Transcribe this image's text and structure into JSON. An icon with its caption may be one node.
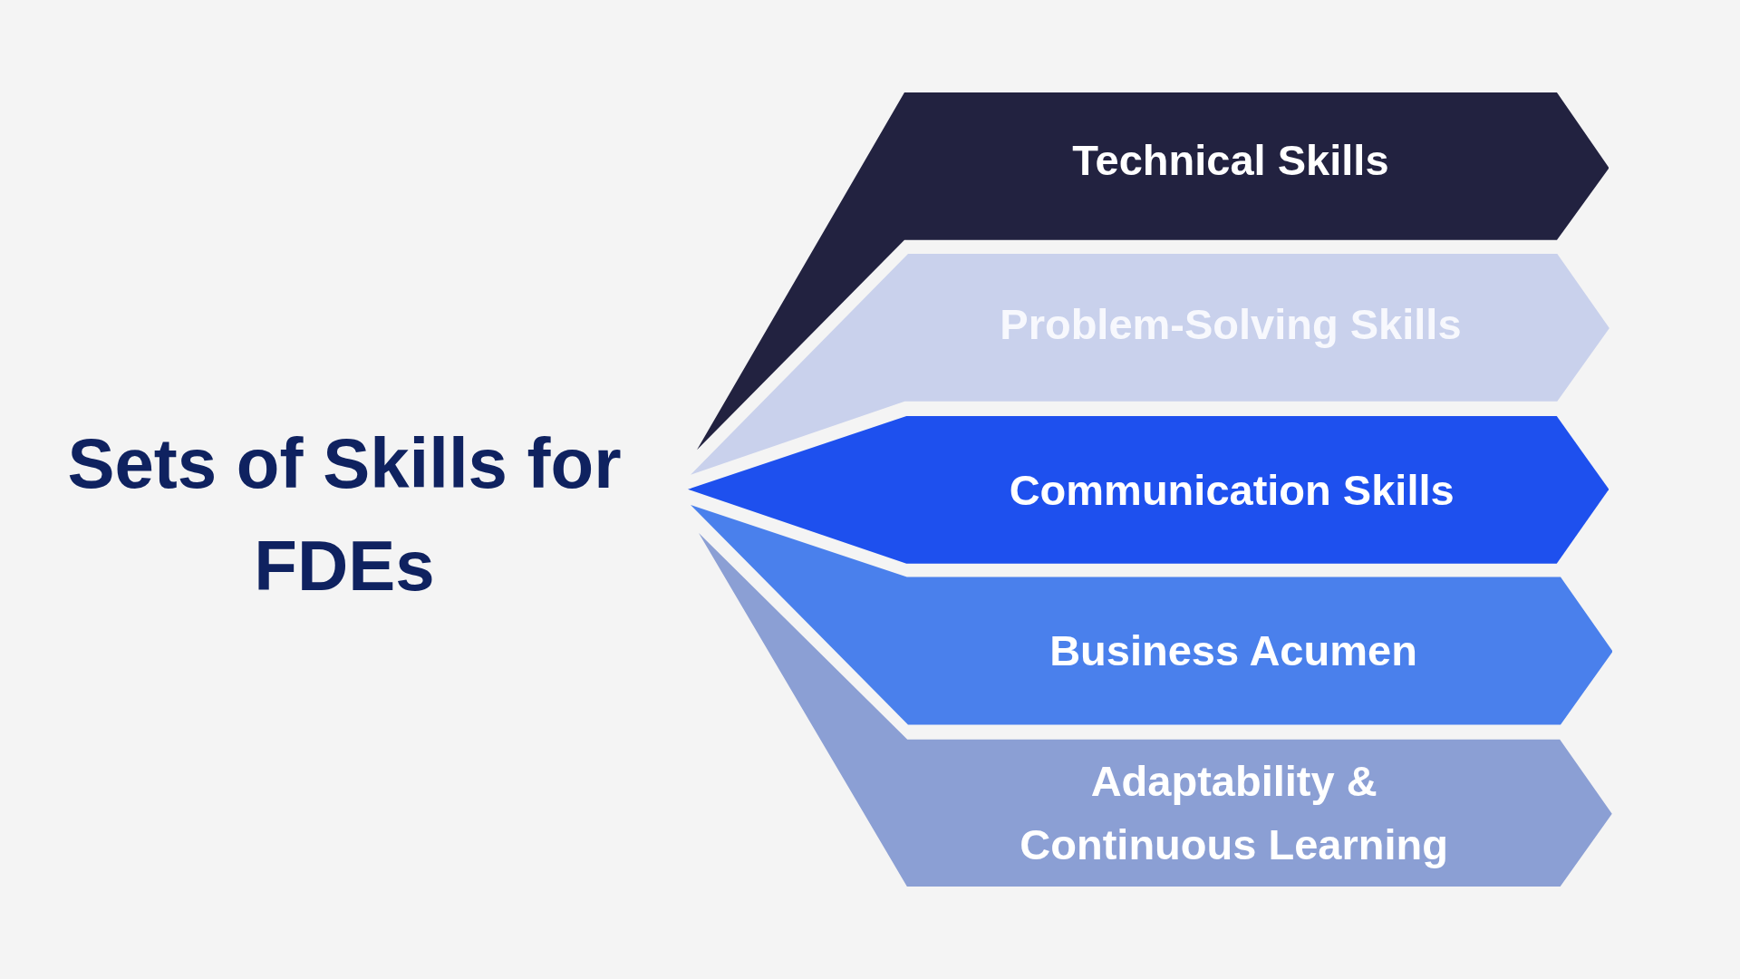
{
  "diagram": {
    "title": "Sets of Skills for FDEs",
    "nodes": [
      {
        "text": [
          "Technical Skills"
        ]
      },
      {
        "text": [
          "Problem-Solving Skills"
        ]
      },
      {
        "text": [
          "Communication Skills"
        ]
      },
      {
        "text": [
          "Business Acumen"
        ]
      },
      {
        "text": [
          "Adaptability & Continuous Learning"
        ]
      }
    ]
  }
}
